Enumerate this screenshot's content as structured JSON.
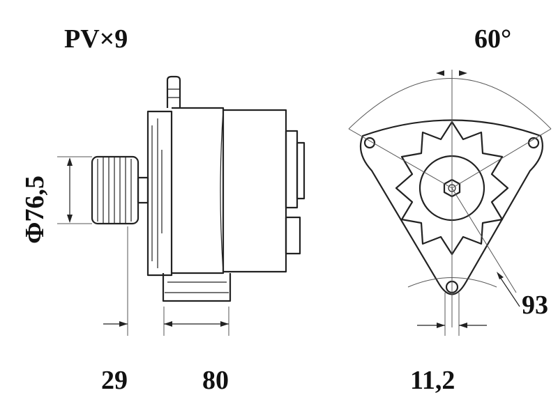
{
  "labels": {
    "belt": "PV×9",
    "angle": "60°",
    "pulley_diameter": "Φ76,5",
    "dim_pulley_offset": "29",
    "dim_body_length": "80",
    "dim_mount_width": "11,2",
    "dim_radius": "93"
  }
}
